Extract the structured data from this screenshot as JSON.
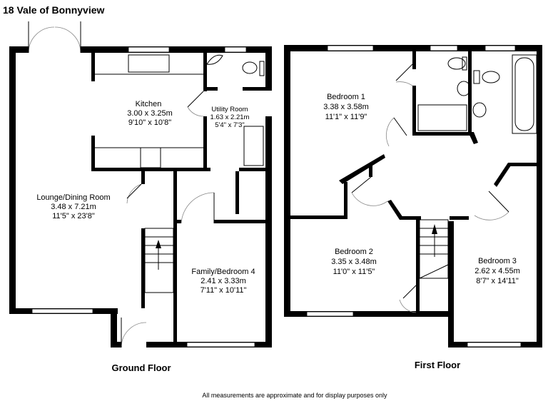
{
  "title": "18 Vale of Bonnyview",
  "ground_floor": {
    "label": "Ground Floor",
    "rooms": [
      {
        "name": "Kitchen",
        "metric": "3.00 x 3.25m",
        "imperial": "9'10\" x 10'8\""
      },
      {
        "name": "Utility Room",
        "metric": "1.63 x 2.21m",
        "imperial": "5'4\" x 7'3\""
      },
      {
        "name": "Lounge/Dining Room",
        "metric": "3.48 x 7.21m",
        "imperial": "11'5\" x 23'8\""
      },
      {
        "name": "Family/Bedroom 4",
        "metric": "2.41 x 3.33m",
        "imperial": "7'11\" x 10'11\""
      }
    ]
  },
  "first_floor": {
    "label": "First Floor",
    "rooms": [
      {
        "name": "Bedroom 1",
        "metric": "3.38 x 3.58m",
        "imperial": "11'1\" x 11'9\""
      },
      {
        "name": "Bedroom 2",
        "metric": "3.35 x 3.48m",
        "imperial": "11'0\" x 11'5\""
      },
      {
        "name": "Bedroom 3",
        "metric": "2.62 x 4.55m",
        "imperial": "8'7\" x 14'11\""
      }
    ]
  },
  "disclaimer": "All measurements are approximate and for display purposes only"
}
